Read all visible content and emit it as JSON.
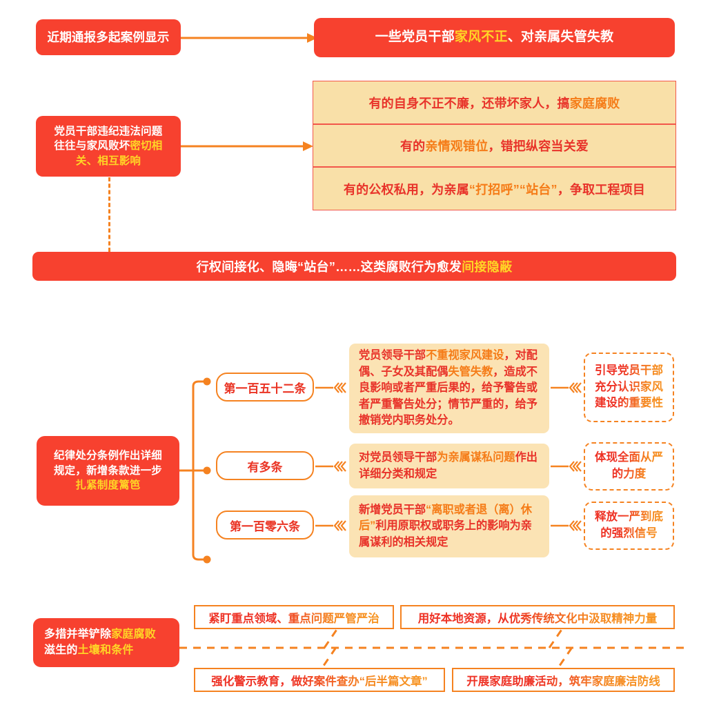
{
  "meta": {
    "title": "家风建设与家庭腐败治理图解",
    "colors": {
      "red": "#f7412f",
      "deep_red": "#e8332a",
      "orange": "#f58220",
      "yellow": "#ffd526",
      "cream": "#f9e0a8",
      "soft_cream": "#fbe3b4",
      "white": "#ffffff"
    }
  },
  "section1": {
    "source_label": {
      "text": "近期通报多起案例显示"
    },
    "headline": {
      "part1": "一些党员干部",
      "highlight": "家风不正",
      "part2": "、对亲属失管失教"
    },
    "arrow": "arrow-right"
  },
  "section2": {
    "premise": {
      "part1": "党员干部违纪违法问题",
      "part2": "往往与家风败坏",
      "highlight": "密切相",
      "highlight2": "关、相互影响"
    },
    "rows": [
      {
        "id": "row-self-corruption",
        "part1": "有的自身不正不廉，还带坏家人，搞",
        "highlight": "家庭腐败",
        "part2": ""
      },
      {
        "id": "row-kinship-view",
        "part1": "有的",
        "highlight": "亲情观错位",
        "part2": "，错把纵容当关爱"
      },
      {
        "id": "row-power-abuse",
        "part1": "有的公权私用，为亲属",
        "highlight": "“打招呼”“站台”",
        "part2": "，争取工程项目"
      }
    ],
    "banner": {
      "part1": "行权间接化、隐晦“站台”……这类腐败行为愈发",
      "highlight": "间接隐蔽"
    }
  },
  "section3": {
    "premise": {
      "part1": "纪律处分条例作出详细",
      "part2": "规定，新增条款进一步",
      "highlight": "扎紧制度篱笆"
    },
    "branches": [
      {
        "id": "branch-article-152",
        "pill": "第一百五十二条",
        "content": {
          "part1": "党员领导干部",
          "highlight1": "不重视家风建设",
          "part2": "，对配偶、子女及其配偶",
          "highlight2": "失管失教",
          "part3": "，造成不良影响或者严重后果的，给予警告或者严重警告处分；情节严重的，给予撤销党内职务处分。"
        },
        "outcome": "引导党员干部充分认识家风建设的重要性"
      },
      {
        "id": "branch-multiple-articles",
        "pill": "有多条",
        "content": {
          "part1": "对党员领导干部",
          "highlight1": "为亲属谋私问题",
          "part2": "作出详细分类和规定",
          "highlight2": "",
          "part3": ""
        },
        "outcome": "体现全面从严的力度"
      },
      {
        "id": "branch-article-106",
        "pill": "第一百零六条",
        "content": {
          "part1": "新增党员干部",
          "highlight1": "“离职或者退（离）休后”",
          "part2": "利用原职权或职务上的影响为亲属谋利的相关规定",
          "highlight2": "",
          "part3": ""
        },
        "outcome": "释放一严到底的强烈信号"
      }
    ],
    "chevron_marker": "triple-chevron-icon"
  },
  "section4": {
    "premise": {
      "part1": "多措并举铲除",
      "highlight1": "家庭腐败",
      "part2": "滋生的",
      "highlight2": "土壤和条件"
    },
    "measures_top": [
      {
        "id": "measure-key-areas",
        "text": "紧盯重点领域、重点问题严管严治"
      },
      {
        "id": "measure-local-culture",
        "text": "用好本地资源，从优秀传统文化中汲取精神力量"
      }
    ],
    "measures_bottom": [
      {
        "id": "measure-warning-education",
        "text": "强化警示教育，做好案件查办“后半篇文章”"
      },
      {
        "id": "measure-family-integrity",
        "text": "开展家庭助廉活动，筑牢家庭廉洁防线"
      }
    ]
  }
}
